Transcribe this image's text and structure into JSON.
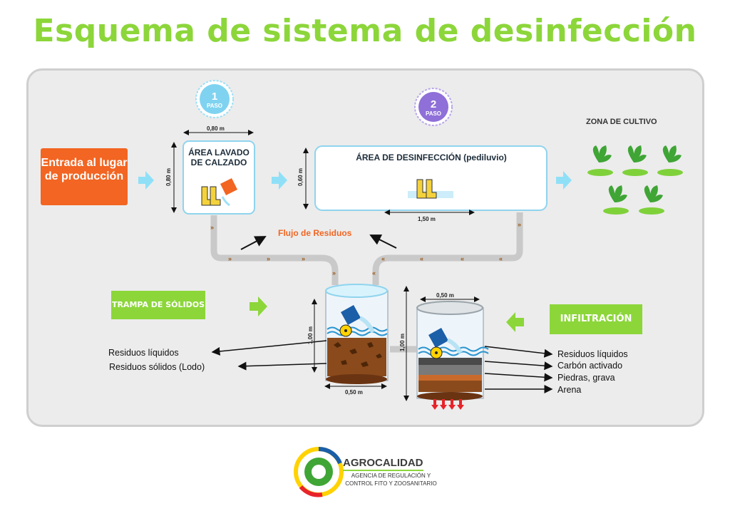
{
  "title": "Esquema de sistema de desinfección",
  "entrada": "Entrada al lugar de producción",
  "steps": [
    {
      "number": "1",
      "label": "PASO",
      "area": "ÁREA LAVADO DE CALZADO",
      "width": "0,80 m",
      "height": "0,80 m"
    },
    {
      "number": "2",
      "label": "PASO",
      "area": "ÁREA DE DESINFECCIÓN (pediluvio)",
      "width": "1,50 m",
      "height": "0,60 m"
    }
  ],
  "zona_cultivo": "ZONA DE CULTIVO",
  "flujo_residuos": "Flujo de Residuos",
  "trampa": {
    "tag": "TRAMPA DE SÓLIDOS",
    "height": "1,00 m",
    "width": "0,50 m",
    "outputs": [
      "Residuos líquidos",
      "Residuos sólidos (Lodo)"
    ]
  },
  "infiltracion": {
    "tag": "INFILTRACIÓN",
    "height": "1,00 m",
    "width": "0,50 m",
    "layers": [
      "Residuos líquidos",
      "Carbón activado",
      "Piedras, grava",
      "Arena"
    ]
  },
  "logo": {
    "name": "AGROCALIDAD",
    "subtitle": "AGENCIA DE REGULACIÓN Y CONTROL FITO Y ZOOSANITARIO"
  },
  "colors": {
    "title_green": "#8cd63a",
    "entrada_orange": "#f26522",
    "step1_blue": "#7fd3f0",
    "step2_purple": "#8f6fd8",
    "pipe_gray": "#c9c9c9",
    "water_blue": "#4ab3e0"
  },
  "icons": [
    "boot-icon",
    "bucket-icon",
    "plant-icon",
    "hazard-icon",
    "arrow-right-icon"
  ]
}
